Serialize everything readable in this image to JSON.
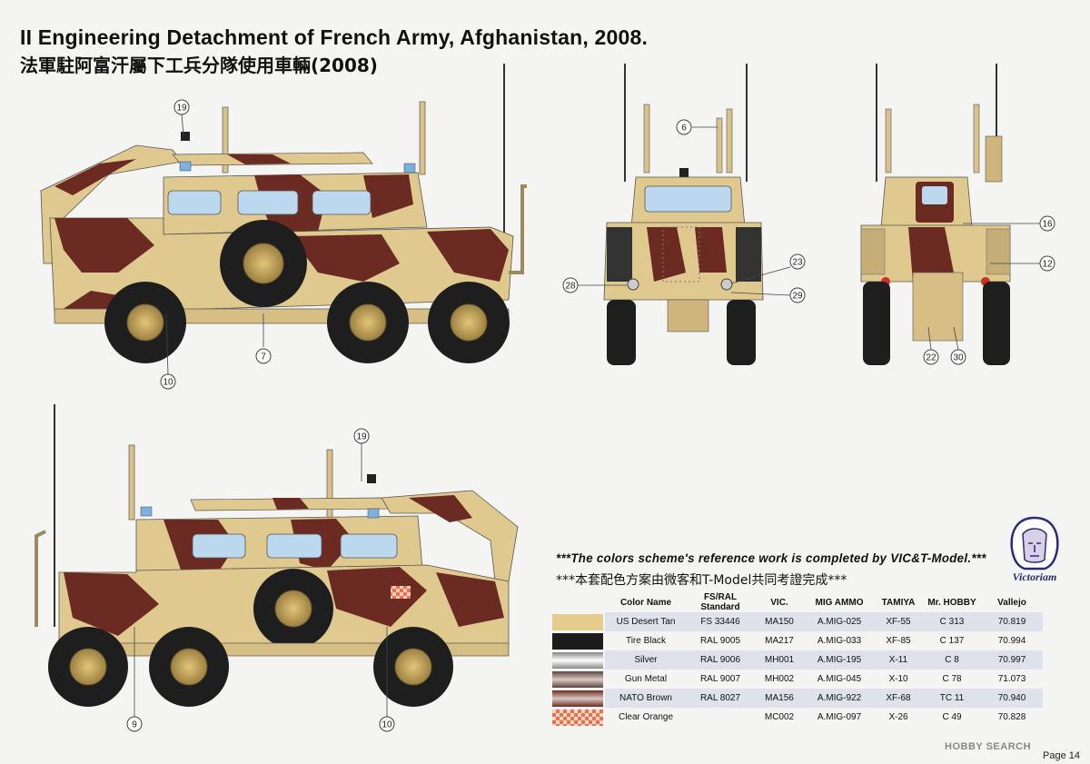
{
  "header": {
    "title": "II Engineering Detachment of French Army, Afghanistan, 2008.",
    "subtitle": "法軍駐阿富汗屬下工兵分隊使用車輛(2008)"
  },
  "callouts": {
    "c19a": "19",
    "c7": "7",
    "c10a": "10",
    "c6": "6",
    "c23": "23",
    "c28": "28",
    "c29": "29",
    "c16": "16",
    "c12": "12",
    "c22": "22",
    "c30": "30",
    "c19b": "19",
    "c9": "9",
    "c10b": "10"
  },
  "notes": {
    "english": "***The colors scheme's reference work is completed by VIC&T-Model.***",
    "chinese": "***本套配色方案由微客和T-Model共同考證完成***"
  },
  "logo": {
    "text": "Victoriam"
  },
  "color_table": {
    "headers": {
      "name": "Color Name",
      "fs": "FS/RAL Standard",
      "vic": "VIC.",
      "mig": "MIG AMMO",
      "tamiya": "TAMIYA",
      "mr": "Mr. HOBBY",
      "vallejo": "Vallejo"
    },
    "rows": [
      {
        "name": "US Desert Tan",
        "fs": "FS 33446",
        "vic": "MA150",
        "mig": "A.MIG-025",
        "tamiya": "XF-55",
        "mr": "C 313",
        "vallejo": "70.819",
        "swatch": "#e3cc8c"
      },
      {
        "name": "Tire Black",
        "fs": "RAL 9005",
        "vic": "MA217",
        "mig": "A.MIG-033",
        "tamiya": "XF-85",
        "mr": "C 137",
        "vallejo": "70.994",
        "swatch": "#1c1c1c"
      },
      {
        "name": "Silver",
        "fs": "RAL 9006",
        "vic": "MH001",
        "mig": "A.MIG-195",
        "tamiya": "X-11",
        "mr": "C 8",
        "vallejo": "70.997",
        "swatch": "#c9c9c9"
      },
      {
        "name": "Gun Metal",
        "fs": "RAL 9007",
        "vic": "MH002",
        "mig": "A.MIG-045",
        "tamiya": "X-10",
        "mr": "C 78",
        "vallejo": "71.073",
        "swatch": "#5a4640"
      },
      {
        "name": "NATO Brown",
        "fs": "RAL 8027",
        "vic": "MA156",
        "mig": "A.MIG-922",
        "tamiya": "XF-68",
        "mr": "TC 11",
        "vallejo": "70.940",
        "swatch": "#6b2a22"
      },
      {
        "name": "Clear Orange",
        "fs": "",
        "vic": "MC002",
        "mig": "A.MIG-097",
        "tamiya": "X-26",
        "mr": "C 49",
        "vallejo": "70.828",
        "swatch": "#e8724a"
      }
    ]
  },
  "footer": {
    "watermark": "HOBBY SEARCH",
    "page": "Page 14"
  },
  "colors": {
    "tan": "#e0c98e",
    "brown": "#6b2a22",
    "glass": "#bcd8ee",
    "tire": "#1e1e1e",
    "hub": "#c8a860"
  }
}
